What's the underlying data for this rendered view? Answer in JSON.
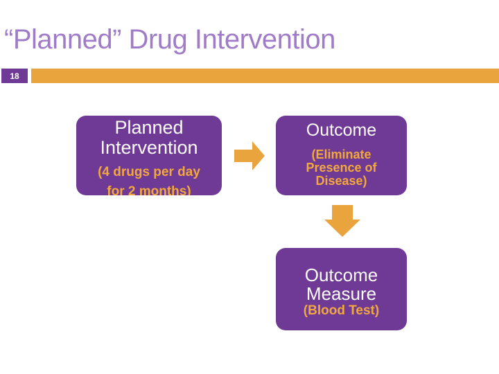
{
  "slide": {
    "title": "“Planned” Drug Intervention",
    "page_number": "18"
  },
  "colors": {
    "title_text": "#A07CC8",
    "accent_orange": "#E9A43D",
    "box_purple": "#6E3A96",
    "box_title_text": "#FDFCF7",
    "box_subtitle_text": "#F3A83E",
    "background": "#FFFFFF"
  },
  "diagram": {
    "planned_intervention": {
      "title_line1": "Planned",
      "title_line2": "Intervention",
      "subtitle_line1": "(4 drugs per day",
      "subtitle_line2": "for 2 months)"
    },
    "outcome": {
      "title": "Outcome",
      "subtitle_line1": "(Eliminate",
      "subtitle_line2": "Presence of",
      "subtitle_line3": "Disease)"
    },
    "outcome_measure": {
      "title_line1": "Outcome",
      "title_line2": "Measure",
      "subtitle": "(Blood Test)"
    },
    "connectors": [
      {
        "name": "right-arrow",
        "from": "planned_intervention",
        "to": "outcome"
      },
      {
        "name": "down-arrow",
        "from": "outcome",
        "to": "outcome_measure"
      }
    ]
  }
}
